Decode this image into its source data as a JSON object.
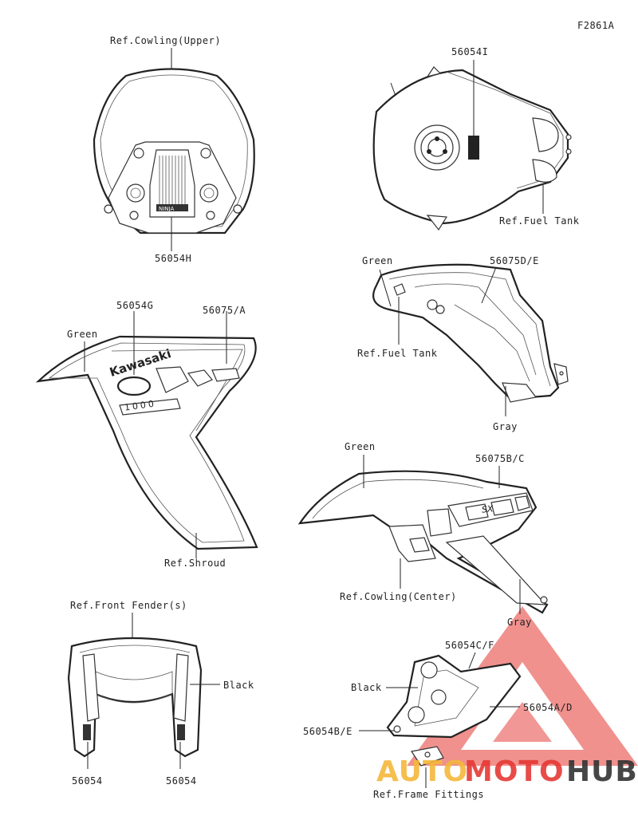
{
  "figure_code": "F2861A",
  "labels": {
    "cowling_upper_ref": "Ref.Cowling(Upper)",
    "part_56054H": "56054H",
    "part_56054I": "56054I",
    "fuel_tank_ref_top": "Ref.Fuel Tank",
    "green_tank": "Green",
    "part_56075DE": "56075D/E",
    "fuel_tank_ref_mid": "Ref.Fuel Tank",
    "gray_tank": "Gray",
    "part_56054G": "56054G",
    "part_56075A": "56075/A",
    "green_shroud": "Green",
    "shroud_ref": "Ref.Shroud",
    "green_center": "Green",
    "part_56075BC": "56075B/C",
    "cowling_center_ref": "Ref.Cowling(Center)",
    "gray_center": "Gray",
    "front_fender_ref": "Ref.Front Fender(s)",
    "black_fender": "Black",
    "part_56054_left": "56054",
    "part_56054_right": "56054",
    "part_56054CF": "56054C/F",
    "black_frame": "Black",
    "part_56054AD": "56054A/D",
    "part_56054BE": "56054B/E",
    "frame_fittings_ref": "Ref.Frame Fittings"
  },
  "decal_text": {
    "kawasaki": "Kawasaki",
    "ninja_badge": "NINJA",
    "model_number": "1000",
    "model_script": "SX"
  },
  "watermark": {
    "part1": "AUTO",
    "part2": "MOTO",
    "part3": "HUB",
    "color_auto": "#f4b73a",
    "color_moto": "#e53935",
    "color_hub": "#333333",
    "triangle_color": "#e53935"
  }
}
